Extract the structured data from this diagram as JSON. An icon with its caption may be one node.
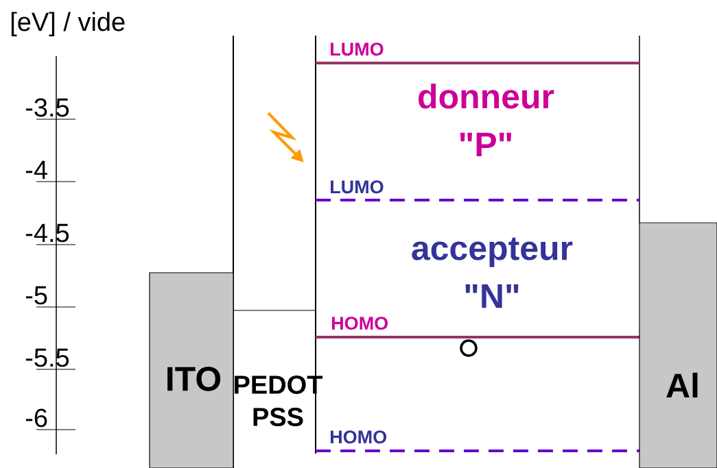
{
  "diagram": {
    "nodes": [
      {
        "text": [
          "ITO"
        ]
      },
      {
        "text": [
          "PEDOT PSS"
        ]
      },
      {
        "text": [
          "Al"
        ]
      }
    ],
    "labels": [
      "[eV] / vide",
      "-3.5",
      "-4",
      "-4.5",
      "-5",
      "-5.5",
      "-6",
      "LUMO",
      "donneur \"P\"",
      "LUMO",
      "accepteur \"N\"",
      "HOMO",
      "HOMO"
    ]
  }
}
